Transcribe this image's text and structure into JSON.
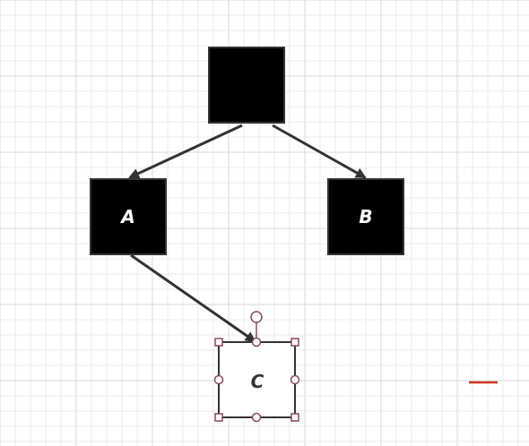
{
  "canvas": {
    "background": "#ffffff",
    "grid_minor_color": "#ebebeb",
    "grid_major_color": "#d8d8d8"
  },
  "nodes": [
    {
      "id": "root",
      "label": "",
      "fill": "#000000",
      "text_color": "#ffffff",
      "selected": false
    },
    {
      "id": "a",
      "label": "A",
      "fill": "#000000",
      "text_color": "#ffffff",
      "selected": false
    },
    {
      "id": "b",
      "label": "B",
      "fill": "#000000",
      "text_color": "#ffffff",
      "selected": false
    },
    {
      "id": "c",
      "label": "C",
      "fill": "#ffffff",
      "text_color": "#333333",
      "selected": true
    }
  ],
  "edges": [
    {
      "from": "root",
      "to": "a"
    },
    {
      "from": "root",
      "to": "b"
    },
    {
      "from": "a",
      "to": "c"
    }
  ],
  "colors": {
    "edge": "#333333",
    "selection_handle_stroke": "#8a4a5a",
    "selection_handle_fill": "#ffffff",
    "marker": "#cc3322"
  }
}
